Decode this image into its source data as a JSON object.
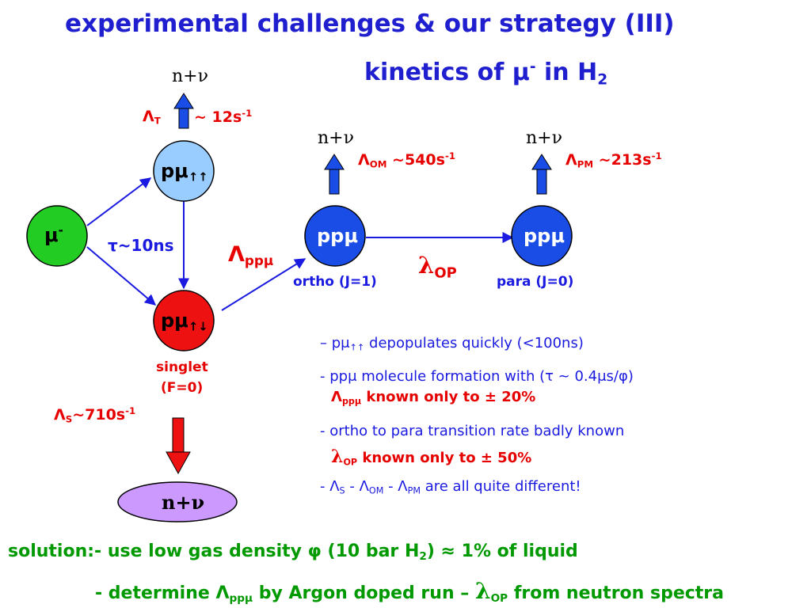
{
  "title": "experimental challenges & our strategy (III)",
  "subtitle": {
    "main": "kinetics of μ",
    "sup": "-",
    "mid": " in H",
    "sub": "2"
  },
  "nodes": {
    "mu_minus": {
      "main": "μ",
      "sup": "-"
    },
    "pmu_triplet": {
      "main": "pμ",
      "sub": "↑↑"
    },
    "pmu_singlet": {
      "main": "pμ",
      "sub": "↑↓"
    },
    "ppmu_ortho": "ppμ",
    "ppmu_para": "ppμ",
    "n_nu_bottom": "n+ν"
  },
  "labels": {
    "n_nu_top_left": "n+ν",
    "n_nu_ortho": "n+ν",
    "n_nu_para": "n+ν",
    "lambda_T": {
      "main": "Λ",
      "sub": "T"
    },
    "rate_T": {
      "main": "~ 12s",
      "sup": "-1"
    },
    "lambda_OM": {
      "main": "Λ",
      "sub": "OM",
      "rest": " ~540s",
      "sup": "-1"
    },
    "lambda_PM": {
      "main": "Λ",
      "sub": "PM",
      "rest": " ~213s",
      "sup": "-1"
    },
    "tau": "τ~10ns",
    "lambda_ppmu": {
      "main": "Λ",
      "sub": "ppμ"
    },
    "lambda_OP": {
      "main": "λ",
      "sub": "OP"
    },
    "ortho": "ortho (J=1)",
    "para": "para (J=0)",
    "singlet_1": "singlet",
    "singlet_2": "(F=0)",
    "lambda_S": {
      "main": "Λ",
      "sub": "S",
      "rest": "~710s",
      "sup": "-1"
    }
  },
  "notes": {
    "n1": {
      "a": "–  pμ",
      "sub": "↑↑",
      "b": " depopulates quickly (<100ns)"
    },
    "n2": {
      "a": "- ppμ molecule formation with (τ ~ 0.4μs/φ)"
    },
    "n2b": {
      "a": "Λ",
      "sub": "ppμ",
      "b": " known only to ± 20%"
    },
    "n3": {
      "a": "- ortho to para transition rate badly known"
    },
    "n3b": {
      "a": "λ",
      "sub": "OP",
      "b": " known only to ± 50%"
    },
    "n4": {
      "dash": "- ",
      "l1": "Λ",
      "s1": "S",
      "m1": " - ",
      "l2": "Λ",
      "s2": "OM",
      "m2": " - ",
      "l3": "Λ",
      "s3": "PM",
      "b": "  are all quite different!"
    }
  },
  "footer": {
    "line1": {
      "a": "solution:- use low gas density φ (10 bar H",
      "sub": "2",
      "b": ")  ≈ 1% of liquid"
    },
    "line2": {
      "a": "- determine Λ",
      "sub": "ppμ",
      "b": " by Argon doped run – ",
      "lam": "λ",
      "sub2": "OP",
      "c": " from neutron spectra"
    }
  },
  "colors": {
    "title": "#1f1fcf",
    "rate": "#e60000",
    "mu_node": "#22cc22",
    "triplet_node": "#99ccff",
    "singlet_node": "#ee1111",
    "ppmu_node": "#1a4de6",
    "bottom_ellipse": "#cc99ff",
    "footer": "#009900"
  },
  "icons": [
    "blue-up-arrow",
    "red-down-arrow",
    "connector-arrow"
  ]
}
